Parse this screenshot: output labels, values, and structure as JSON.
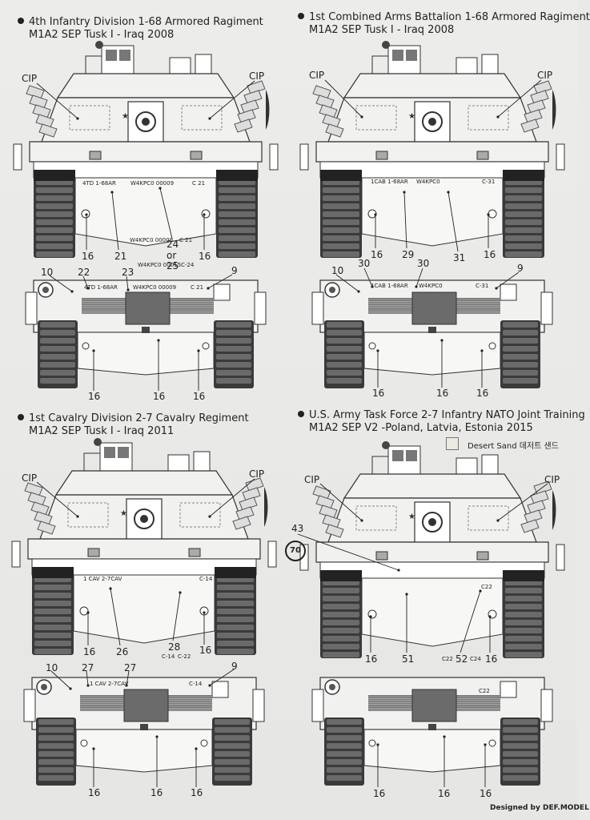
{
  "sections": [
    {
      "title": "4th Infantry Division 1-68 Armored Ragiment",
      "subtitle": "M1A2 SEP Tusk I - Iraq 2008",
      "front_labels": [
        "CIP",
        "CIP",
        "16",
        "21",
        "24",
        "or",
        "25",
        "16"
      ],
      "front_markings": [
        "4TD 1-68AR",
        "W4KPC0 00009",
        "C 21",
        "W4KPC0 00009",
        "C 21",
        "W4KPC0 00015",
        "C-24"
      ],
      "rear_labels": [
        "10",
        "22",
        "23",
        "9",
        "16",
        "16",
        "16"
      ],
      "rear_markings": [
        "4TD 1-68AR",
        "W4KPC0 00009",
        "C 21"
      ]
    },
    {
      "title": "1st Combined Arms Battalion 1-68 Armored Ragiment",
      "subtitle": "M1A2 SEP Tusk I - Iraq 2008",
      "front_labels": [
        "CIP",
        "CIP",
        "16",
        "29",
        "31",
        "16"
      ],
      "front_markings": [
        "1CAB 1-68AR",
        "W4KPC0",
        "C-31"
      ],
      "rear_labels": [
        "10",
        "30",
        "30",
        "9",
        "16",
        "16",
        "16"
      ],
      "rear_markings": [
        "1CAB 1-68AR",
        "W4KPC0",
        "C-31"
      ]
    },
    {
      "title": "1st Cavalry Division 2-7 Cavalry Regiment",
      "subtitle": "M1A2 SEP Tusk I - Iraq 2011",
      "front_labels": [
        "CIP",
        "CIP",
        "16",
        "26",
        "28",
        "16"
      ],
      "front_markings": [
        "1 CAV 2-7CAV",
        "C-14",
        "C-14",
        "C-22"
      ],
      "rear_labels": [
        "10",
        "27",
        "27",
        "9",
        "16",
        "16",
        "16"
      ],
      "rear_markings": [
        "1 CAV 2-7CAV",
        "C-14"
      ]
    },
    {
      "title": "U.S. Army Task Force 2-7 Infantry NATO Joint Training",
      "subtitle": "M1A2 SEP V2 -Poland, Latvia, Estonia 2015",
      "front_labels": [
        "CIP",
        "CIP",
        "43",
        "16",
        "51",
        "52",
        "16"
      ],
      "front_markings": [
        "C22",
        "C22",
        "C24"
      ],
      "rear_labels": [
        "16",
        "16",
        "16"
      ],
      "rear_markings": [
        "C22"
      ]
    }
  ],
  "legend": {
    "text": "Desert Sand 데저트 샌드",
    "color": "#ece9e0"
  },
  "page_number": "70",
  "credit": "Designed by DEF.MODEL",
  "colors": {
    "background": "#e9e9e7",
    "line": "#333333",
    "track": "#3a3a3a",
    "hull": "#f1f1ef"
  }
}
